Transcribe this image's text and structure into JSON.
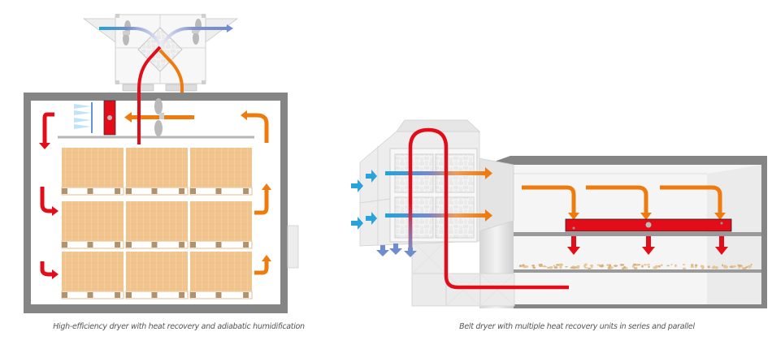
{
  "diagrams": [
    {
      "id": "left",
      "caption": "High-efficiency dryer with heat recovery and adiabatic humidification",
      "components": [
        "heat-recovery-unit",
        "cross-flow-exchanger",
        "fan",
        "adiabatic-humidifier-nozzles",
        "heater-coil",
        "pallet-stacks",
        "drying-chamber"
      ],
      "pallet_grid": {
        "rows": 3,
        "columns": 3
      }
    },
    {
      "id": "right",
      "caption": "Belt dryer with multiple heat recovery units in series and parallel",
      "components": [
        "heat-recovery-units",
        "inlet-fresh-air-arrows",
        "exhaust-arrows",
        "supply-air-arrows",
        "heater-coil",
        "conveyor-belt",
        "product-layer",
        "drying-tunnel"
      ],
      "recovery_unit_grid": {
        "rows": 2,
        "columns": 2
      },
      "downdraft_arrows": 3
    }
  ],
  "colors": {
    "hot": "#e30d1a",
    "warm": "#ef7a0e",
    "cold": "#2aa3dd",
    "exhaust": "#6f8ccd",
    "wall": "#858585",
    "product": "#f2c58e"
  }
}
